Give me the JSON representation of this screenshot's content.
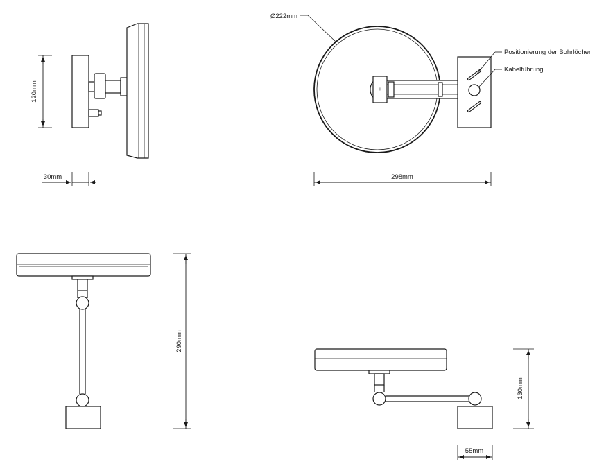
{
  "labels": {
    "diameter": "Ø222mm",
    "positioning": "Positionierung der Bohrlöcher",
    "cable": "Kabelführung",
    "side_height": "120mm",
    "side_depth": "30mm",
    "front_width": "298mm",
    "top_length": "290mm",
    "bottom_height": "130mm",
    "bottom_depth": "55mm"
  }
}
